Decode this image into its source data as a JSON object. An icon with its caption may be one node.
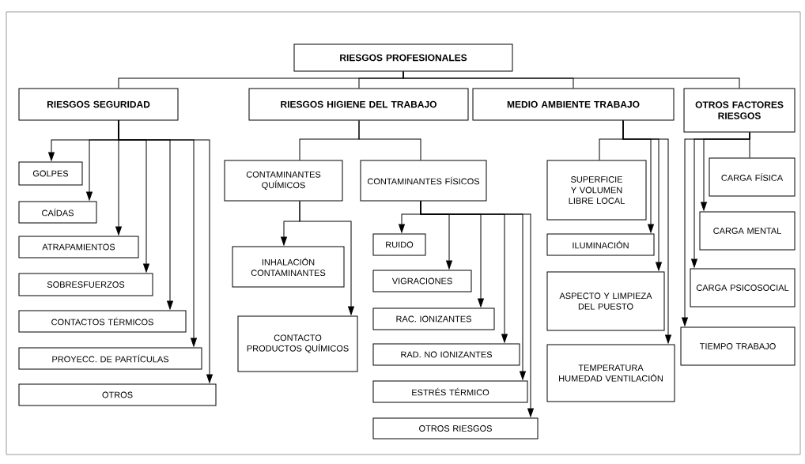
{
  "diagram": {
    "nodes": [
      {
        "text": [
          "RIESGOS PROFESIONALES"
        ]
      },
      {
        "text": [
          "RIESGOS SEGURIDAD"
        ]
      },
      {
        "text": [
          "RIESGOS HIGIENE DEL TRABAJO"
        ]
      },
      {
        "text": [
          "MEDIO AMBIENTE TRABAJO"
        ]
      },
      {
        "text": [
          "OTROS FACTORES RIESGOS"
        ]
      },
      {
        "text": [
          "GOLPES"
        ]
      },
      {
        "text": [
          "CAÍDAS"
        ]
      },
      {
        "text": [
          "ATRAPAMIENTOS"
        ]
      },
      {
        "text": [
          "SOBRESFUERZOS"
        ]
      },
      {
        "text": [
          "CONTACTOS TÉRMICOS"
        ]
      },
      {
        "text": [
          "PROYECC. DE PARTÍCULAS"
        ]
      },
      {
        "text": [
          "OTROS"
        ]
      },
      {
        "text": [
          "CONTAMINANTES QUÍMICOS"
        ]
      },
      {
        "text": [
          "CONTAMINANTES FÍSICOS"
        ]
      },
      {
        "text": [
          "INHALACIÓN CONTAMINANTES"
        ]
      },
      {
        "text": [
          "CONTACTO PRODUCTOS QUÍMICOS"
        ]
      },
      {
        "text": [
          "RUIDO"
        ]
      },
      {
        "text": [
          "VIGRACIONES"
        ]
      },
      {
        "text": [
          "RAC. IONIZANTES"
        ]
      },
      {
        "text": [
          "RAD. NO IONIZANTES"
        ]
      },
      {
        "text": [
          "ESTRÉS TÉRMICO"
        ]
      },
      {
        "text": [
          "OTROS RIESGOS"
        ]
      },
      {
        "text": [
          "SUPERFICIE Y VOLUMEN LIBRE LOCAL"
        ]
      },
      {
        "text": [
          "ILUMINACIÓN"
        ]
      },
      {
        "text": [
          "ASPECTO Y LIMPIEZA DEL PUESTO"
        ]
      },
      {
        "text": [
          "TEMPERATURA HUMEDAD VENTILACIÓN"
        ]
      },
      {
        "text": [
          "CARGA FÍSICA"
        ]
      },
      {
        "text": [
          "CARGA MENTAL"
        ]
      },
      {
        "text": [
          "CARGA PSICOSOCIAL"
        ]
      },
      {
        "text": [
          "TIEMPO TRABAJO"
        ]
      }
    ],
    "edges": [
      {
        "from": 0,
        "to": 1,
        "arrow": "none"
      },
      {
        "from": 0,
        "to": 2,
        "arrow": "none"
      },
      {
        "from": 0,
        "to": 3,
        "arrow": "none"
      },
      {
        "from": 0,
        "to": 4,
        "arrow": "none"
      },
      {
        "from": 1,
        "to": 5,
        "arrow": "to"
      },
      {
        "from": 1,
        "to": 6,
        "arrow": "to"
      },
      {
        "from": 1,
        "to": 7,
        "arrow": "to"
      },
      {
        "from": 1,
        "to": 8,
        "arrow": "to"
      },
      {
        "from": 1,
        "to": 9,
        "arrow": "to"
      },
      {
        "from": 1,
        "to": 10,
        "arrow": "to"
      },
      {
        "from": 1,
        "to": 11,
        "arrow": "to"
      },
      {
        "from": 2,
        "to": 12,
        "arrow": "none"
      },
      {
        "from": 2,
        "to": 13,
        "arrow": "none"
      },
      {
        "from": 12,
        "to": 14,
        "arrow": "to"
      },
      {
        "from": 12,
        "to": 15,
        "arrow": "to"
      },
      {
        "from": 13,
        "to": 16,
        "arrow": "to"
      },
      {
        "from": 13,
        "to": 17,
        "arrow": "to"
      },
      {
        "from": 13,
        "to": 18,
        "arrow": "to"
      },
      {
        "from": 13,
        "to": 19,
        "arrow": "to"
      },
      {
        "from": 13,
        "to": 20,
        "arrow": "to"
      },
      {
        "from": 13,
        "to": 21,
        "arrow": "to"
      },
      {
        "from": 3,
        "to": 22,
        "arrow": "none"
      },
      {
        "from": 3,
        "to": 23,
        "arrow": "to"
      },
      {
        "from": 3,
        "to": 24,
        "arrow": "to"
      },
      {
        "from": 3,
        "to": 25,
        "arrow": "to"
      },
      {
        "from": 4,
        "to": 26,
        "arrow": "none"
      },
      {
        "from": 4,
        "to": 27,
        "arrow": "to"
      },
      {
        "from": 4,
        "to": 28,
        "arrow": "to"
      },
      {
        "from": 4,
        "to": 29,
        "arrow": "to"
      }
    ]
  }
}
